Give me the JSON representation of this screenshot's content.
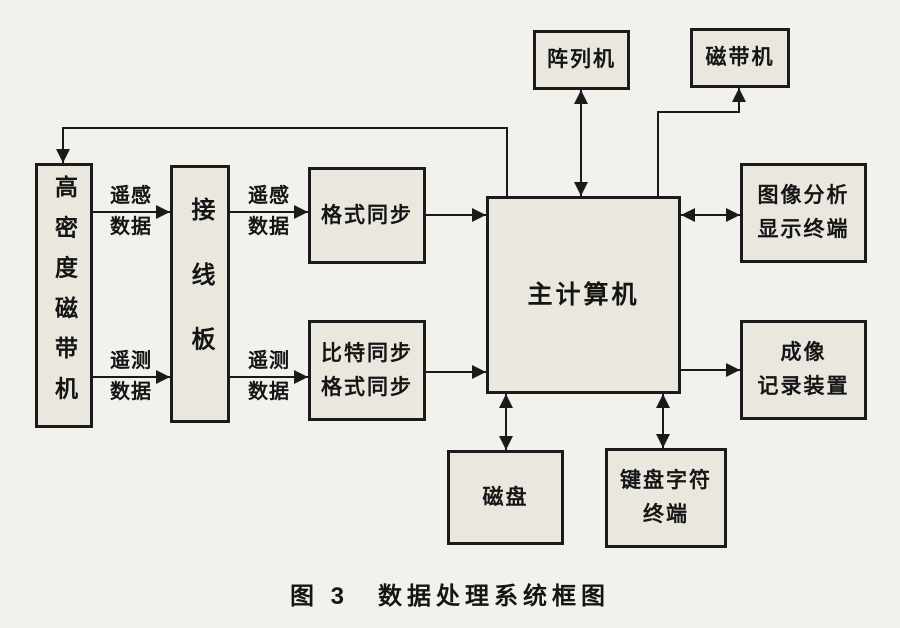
{
  "caption": "图 3　数据处理系统框图",
  "nodes": {
    "hd_tape_machine": "高密度磁带机",
    "patch_panel": "接线板",
    "format_sync": "格式同步",
    "bit_format_sync": "比特同步\n格式同步",
    "main_computer": "主计算机",
    "array_machine": "阵列机",
    "tape_machine": "磁带机",
    "image_analysis_terminal": "图像分析\n显示终端",
    "imaging_recorder": "成像\n记录装置",
    "disk": "磁盘",
    "keyboard_terminal": "键盘字符\n终端"
  },
  "edge_labels": {
    "remote_sensing_left": "遥感\n数据",
    "remote_sensing_right": "遥感\n数据",
    "telemetry_left": "遥测\n数据",
    "telemetry_right": "遥测\n数据"
  },
  "colors": {
    "paper": "#f2f1ec",
    "box_fill": "#e9e7de",
    "line": "#1a1a1a"
  }
}
